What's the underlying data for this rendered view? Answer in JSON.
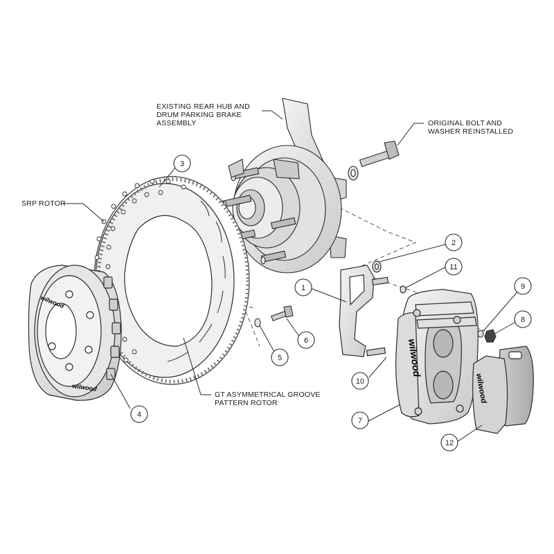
{
  "labels": {
    "hub": [
      "EXISTING REAR HUB AND",
      "DRUM PARKING BRAKE",
      "ASSEMBLY"
    ],
    "bolt": [
      "ORIGINAL BOLT AND",
      "WASHER REINSTALLED"
    ],
    "srp": [
      "SRP ROTOR"
    ],
    "gt": [
      "GT ASYMMETRICAL GROOVE",
      "PATTERN ROTOR"
    ]
  },
  "callouts": [
    "1",
    "2",
    "3",
    "4",
    "5",
    "6",
    "7",
    "8",
    "9",
    "10",
    "11",
    "12"
  ],
  "brand": "wilwood",
  "colors": {
    "line": "#2a2a2a",
    "fill_light": "#ececec",
    "fill_mid": "#d4d4d4",
    "fill_dark": "#b8b8b8"
  }
}
